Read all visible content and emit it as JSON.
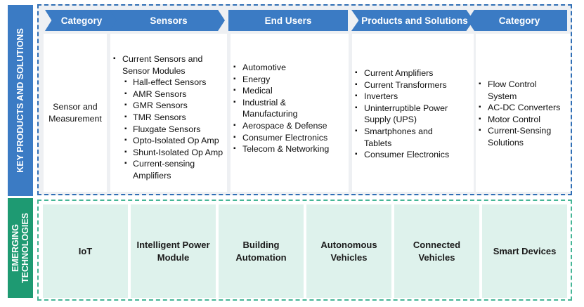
{
  "side_labels": {
    "top": "KEY PRODUCTS AND SOLUTIONS",
    "bottom_line1": "EMERGING",
    "bottom_line2": "TECHNOLOGIES"
  },
  "headers": [
    "Category",
    "Sensors",
    "End Users",
    "Products and Solutions",
    "Category"
  ],
  "category_left": {
    "line1": "Sensor and",
    "line2": "Measurement"
  },
  "sensors": {
    "main_line1": "Current Sensors and",
    "main_line2": "Sensor Modules",
    "sub_items": [
      "Hall-effect Sensors",
      "AMR Sensors",
      "GMR Sensors",
      "TMR Sensors",
      "Fluxgate Sensors",
      "Opto-Isolated Op Amp",
      "Shunt-Isolated Op Amp"
    ],
    "last_item_line1": "Current-sensing",
    "last_item_line2": "Amplifiers"
  },
  "end_users": {
    "items": [
      "Automotive",
      "Energy",
      "Medical",
      "Industrial &",
      "Manufacturing",
      "Aerospace & Defense",
      "Consumer Electronics",
      "Telecom & Networking"
    ]
  },
  "products": {
    "items": [
      "Current Amplifiers",
      "Current Transformers",
      "Inverters",
      "Uninterruptible Power",
      "Supply (UPS)",
      "Smartphones and",
      "Tablets",
      "Consumer Electronics"
    ]
  },
  "category_right": {
    "items": [
      "Flow Control",
      "System",
      "AC-DC Converters",
      "Motor Control",
      "Current-Sensing",
      "Solutions"
    ]
  },
  "emerging": [
    {
      "line1": "IoT",
      "line2": ""
    },
    {
      "line1": "Intelligent Power",
      "line2": "Module"
    },
    {
      "line1": "Building",
      "line2": "Automation"
    },
    {
      "line1": "Autonomous",
      "line2": "Vehicles"
    },
    {
      "line1": "Connected",
      "line2": "Vehicles"
    },
    {
      "line1": "Smart Devices",
      "line2": ""
    }
  ],
  "colors": {
    "blue": "#3b7bc4",
    "green": "#1e9a72",
    "tile": "#def2ec"
  }
}
